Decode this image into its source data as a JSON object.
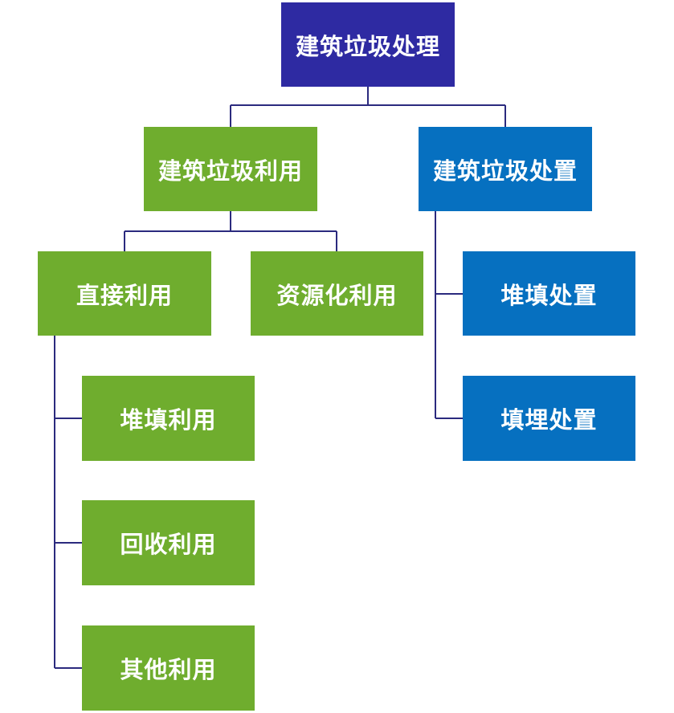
{
  "diagram": {
    "root": {
      "label": "建筑垃圾处理"
    },
    "utilize": {
      "label": "建筑垃圾利用",
      "direct": {
        "label": "直接利用",
        "children": [
          "堆填利用",
          "回收利用",
          "其他利用"
        ]
      },
      "resource": {
        "label": "资源化利用"
      }
    },
    "dispose": {
      "label": "建筑垃圾处置",
      "children": [
        "堆填处置",
        "填埋处置"
      ]
    }
  },
  "colors": {
    "root": "#2e2aa2",
    "utilize_branch": "#6fad2e",
    "dispose_branch": "#0670c0",
    "connector": "#2b2a7e"
  }
}
